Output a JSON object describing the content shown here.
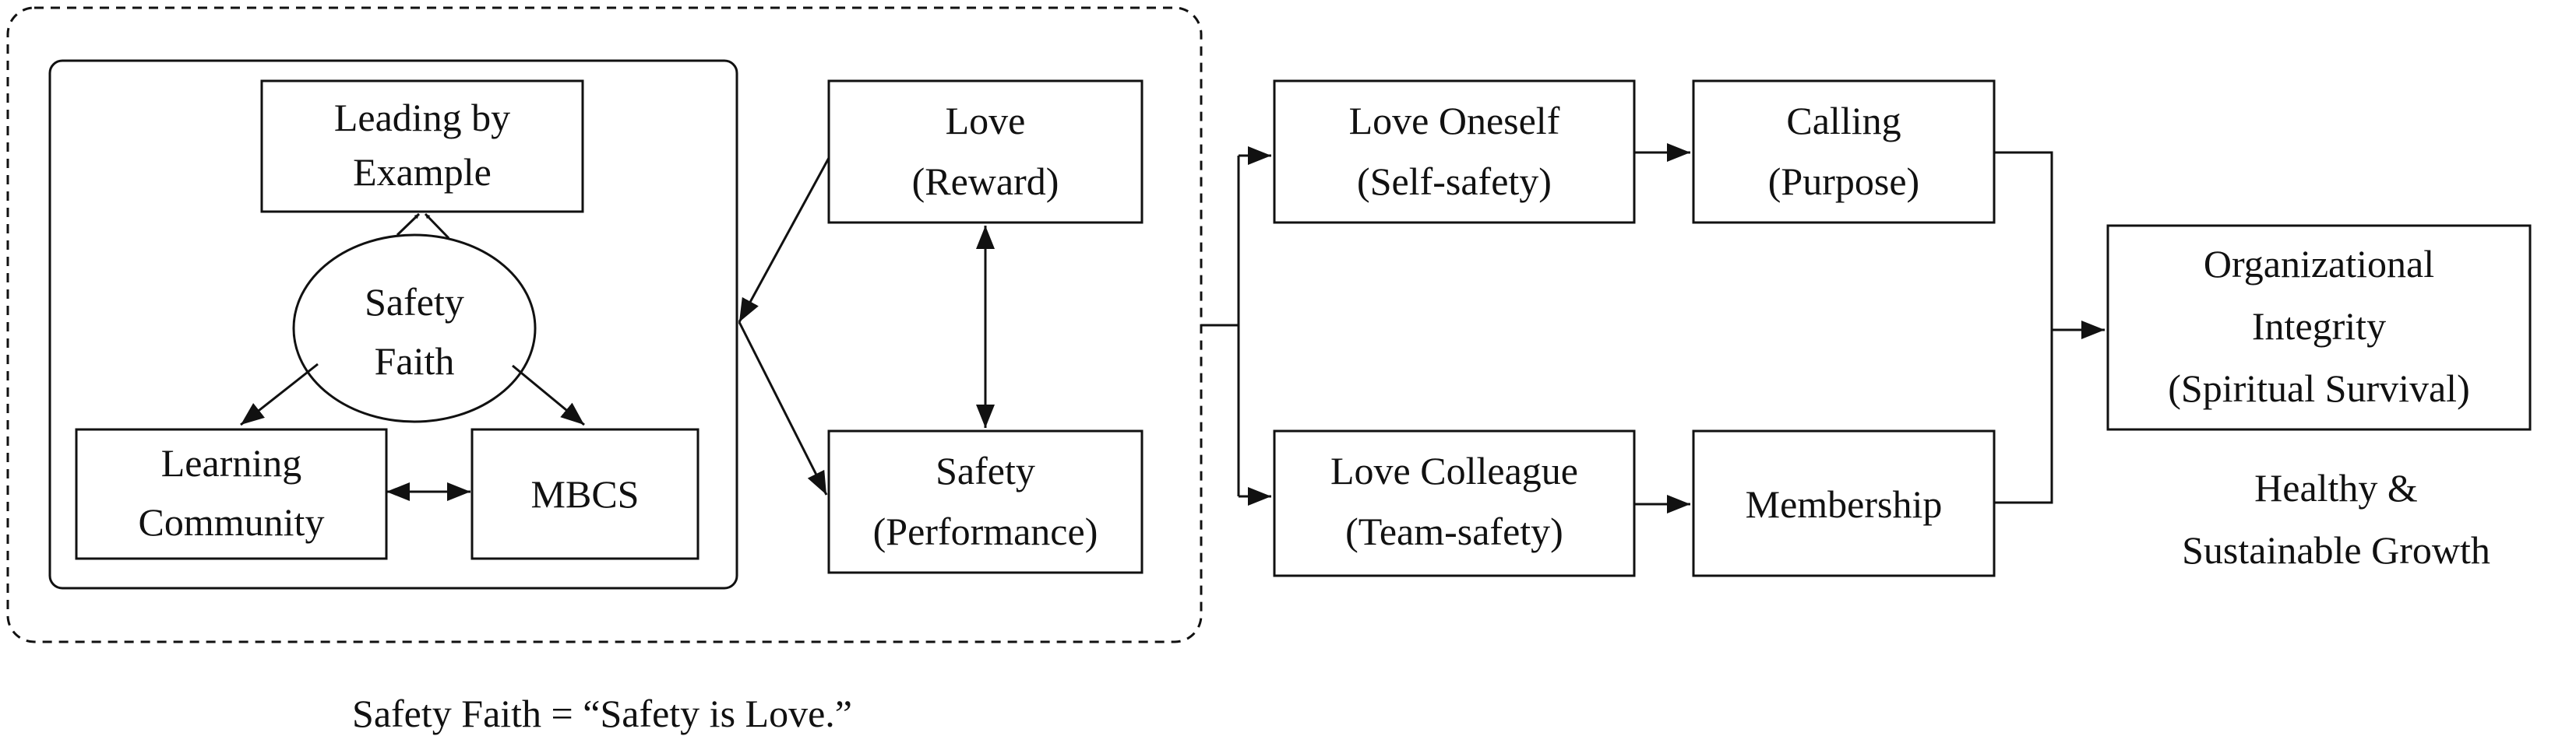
{
  "diagram": {
    "nodes": {
      "leading_by_example": {
        "line1": "Leading by",
        "line2": "Example"
      },
      "safety_faith": {
        "line1": "Safety",
        "line2": "Faith"
      },
      "learning_community": {
        "line1": "Learning",
        "line2": "Community"
      },
      "mbcs": {
        "line1": "MBCS"
      },
      "love_reward": {
        "line1": "Love",
        "line2": "(Reward)"
      },
      "safety_performance": {
        "line1": "Safety",
        "line2": "(Performance)"
      },
      "love_oneself": {
        "line1": "Love Oneself",
        "line2": "(Self-safety)"
      },
      "love_colleague": {
        "line1": "Love Colleague",
        "line2": "(Team-safety)"
      },
      "calling": {
        "line1": "Calling",
        "line2": "(Purpose)"
      },
      "membership": {
        "line1": "Membership"
      },
      "organizational_integrity": {
        "line1": "Organizational",
        "line2": "Integrity",
        "line3": "(Spiritual Survival)"
      }
    },
    "outcome_label": {
      "line1": "Healthy &",
      "line2": "Sustainable Growth"
    },
    "footnote": "Safety Faith = “Safety is Love.”"
  }
}
